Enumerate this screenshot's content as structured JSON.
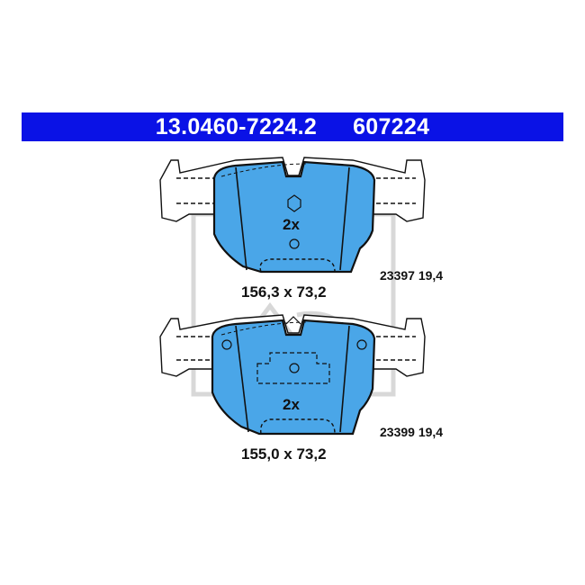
{
  "header": {
    "part_number": "13.0460-7224.2",
    "ref_number": "607224"
  },
  "pads": [
    {
      "quantity": "2x",
      "dimensions": "156,3 x 73,2",
      "wva_code": "23397 19,4"
    },
    {
      "quantity": "2x",
      "dimensions": "155,0 x 73,2",
      "wva_code": "23399 19,4"
    }
  ],
  "colors": {
    "banner": "#0a12e6",
    "pad_fill": "#4aa6e8",
    "outline": "#111111",
    "watermark": "#d8d8d8"
  }
}
